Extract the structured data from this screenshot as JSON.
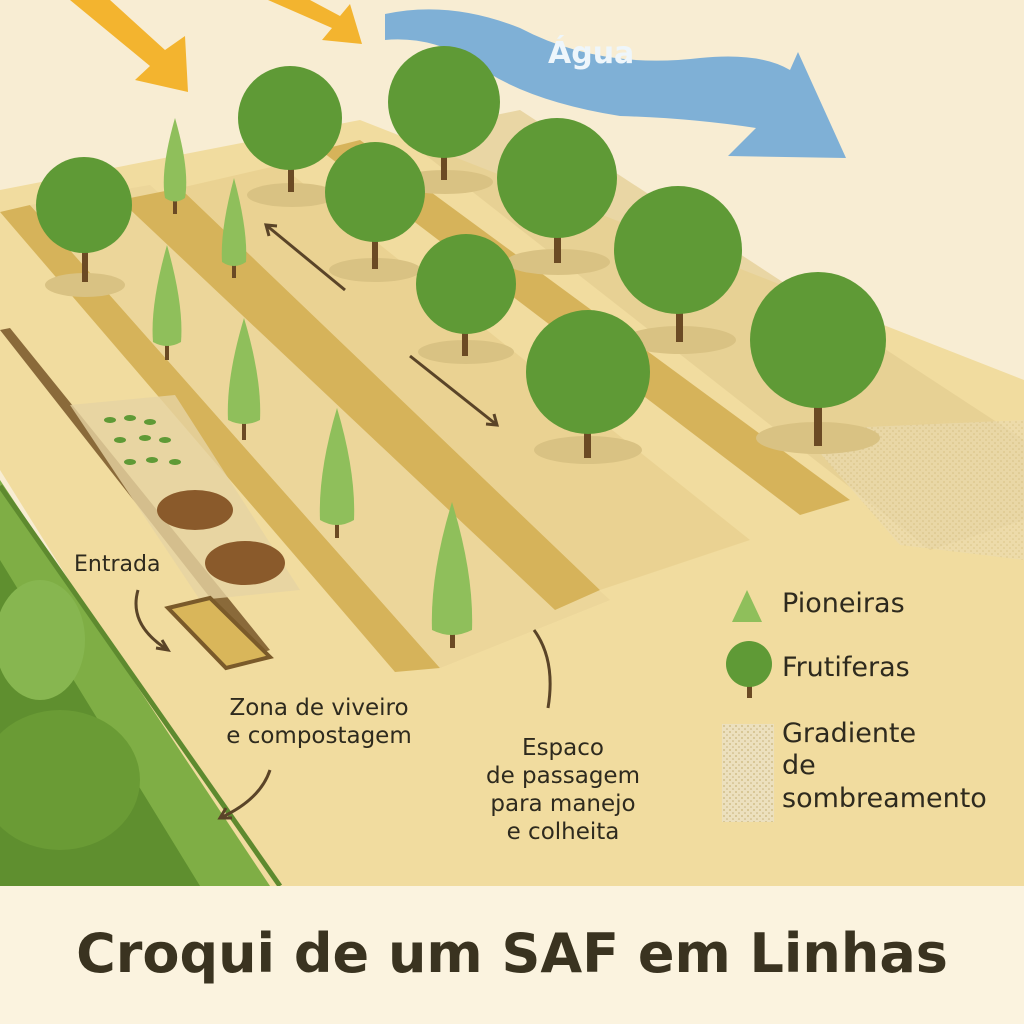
{
  "title": "Croqui de um SAF em Linhas",
  "labels": {
    "water": "Água",
    "entrance": "Entrada",
    "nursery_line1": "Zona de viveiro",
    "nursery_line2": "e compostagem",
    "passage_line1": "Espaco",
    "passage_line2": "de passagem",
    "passage_line3": "para manejo",
    "passage_line4": "e colheita"
  },
  "legend": {
    "items": [
      {
        "icon": "pioneer-tree-icon",
        "label": "Pioneiras"
      },
      {
        "icon": "fruit-tree-icon",
        "label": "Frutiferas"
      },
      {
        "icon": "shading-gradient-icon",
        "label_line1": "Gradiente",
        "label_line2": "de",
        "label_line3": "sombreamento"
      }
    ]
  },
  "colors": {
    "background": "#f8edd3",
    "field": "#f1dc9f",
    "stripe": "#d6b35a",
    "pioneer_green": "#8fbf5b",
    "fruit_green": "#5f9a36",
    "trunk": "#6b4a24",
    "sun_arrow": "#f3b42f",
    "water_arrow": "#7fb0d6",
    "hedge": "#7fae45"
  }
}
